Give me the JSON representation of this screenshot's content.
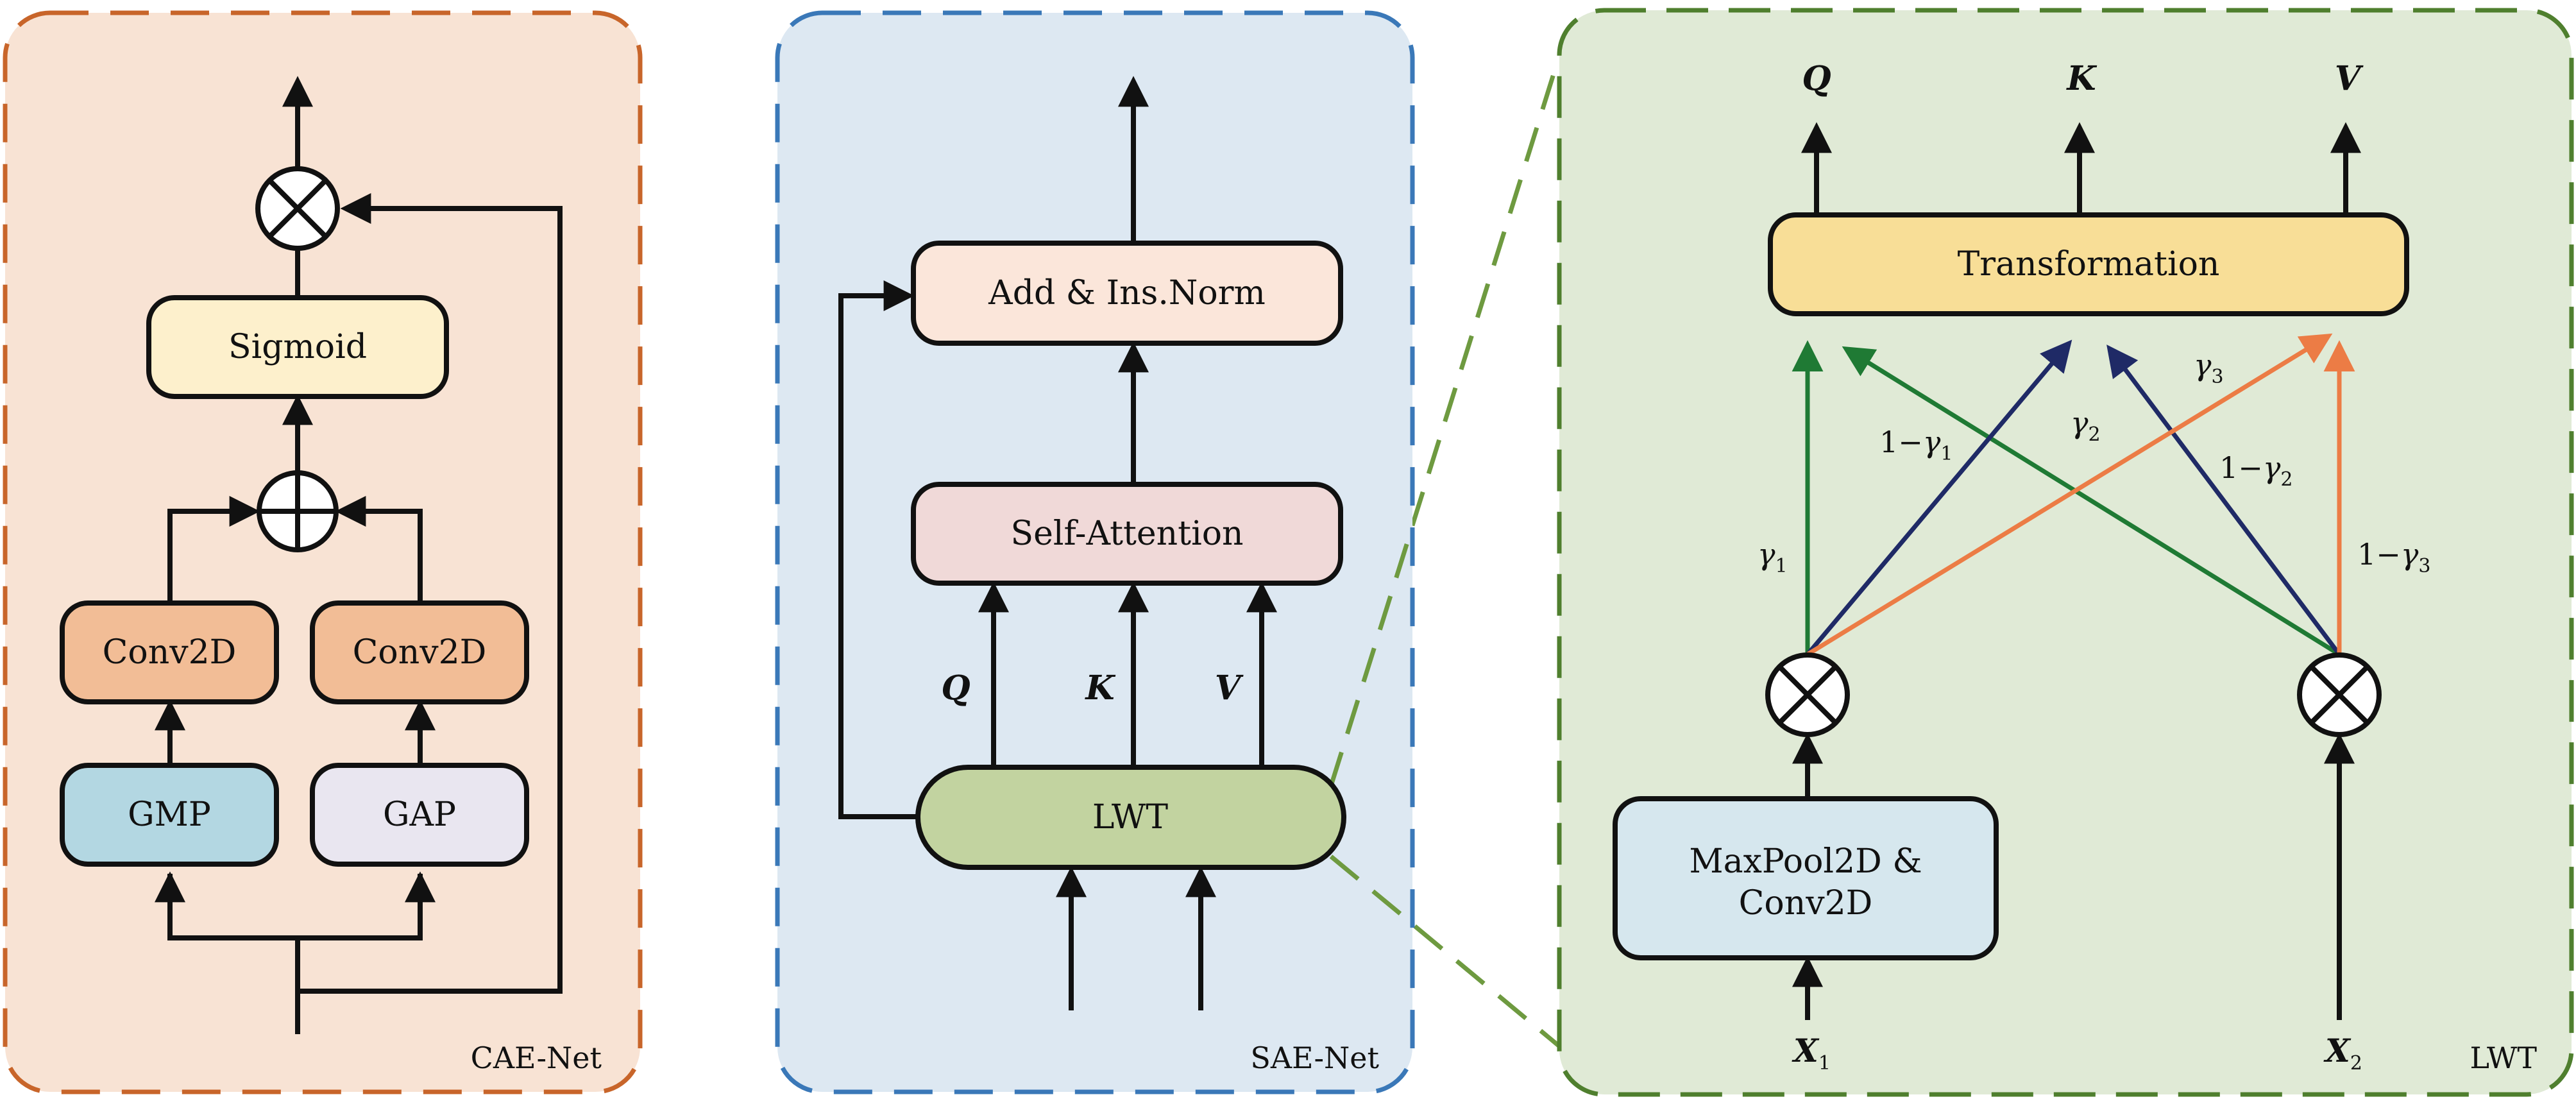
{
  "panels": {
    "cae": {
      "label": "CAE-Net",
      "border_color": "#c8652a",
      "fill_color": "#f8e3d4",
      "boxes": {
        "sigmoid": "Sigmoid",
        "conv_left": "Conv2D",
        "conv_right": "Conv2D",
        "gmp": "GMP",
        "gap": "GAP"
      },
      "operators": {
        "multiply": "⊗",
        "add": "⊕"
      }
    },
    "sae": {
      "label": "SAE-Net",
      "border_color": "#3a78b8",
      "fill_color": "#dde8f2",
      "boxes": {
        "add_norm": "Add & Ins.Norm",
        "self_attention": "Self-Attention",
        "lwt": "LWT"
      },
      "qkv": [
        "Q",
        "K",
        "V"
      ]
    },
    "lwt": {
      "label": "LWT",
      "border_color": "#5a8a36",
      "fill_color": "#e0ead6",
      "boxes": {
        "transformation": "Transformation",
        "maxpool_line1": "MaxPool2D &",
        "maxpool_line2": "Conv2D"
      },
      "outputs": [
        "Q",
        "K",
        "V"
      ],
      "inputs": [
        {
          "sym": "X",
          "sub": "1"
        },
        {
          "sym": "X",
          "sub": "2"
        }
      ],
      "weights": {
        "g1": {
          "pre": "",
          "sym": "γ",
          "sub": "1"
        },
        "one_minus_g1": {
          "pre": "1−",
          "sym": "γ",
          "sub": "1"
        },
        "g2": {
          "pre": "",
          "sym": "γ",
          "sub": "2"
        },
        "one_minus_g2": {
          "pre": "1−",
          "sym": "γ",
          "sub": "2"
        },
        "g3": {
          "pre": "",
          "sym": "γ",
          "sub": "3"
        },
        "one_minus_g3": {
          "pre": "1−",
          "sym": "γ",
          "sub": "3"
        }
      },
      "arrow_colors": {
        "green": "#1f7a34",
        "navy": "#1f2a66",
        "orange": "#ec7c45"
      }
    }
  },
  "colors": {
    "sigmoid": "#fdf0cc",
    "conv": "#f2bd96",
    "gmp": "#b3d7e2",
    "gap": "#e9e6f0",
    "add_norm": "#fbe6da",
    "self_attention": "#f0d9d8",
    "lwt_pill": "#c2d3a0",
    "transformation": "#f8de97",
    "maxpool": "#d6e7ee",
    "zoom_line": "#6e9a40"
  }
}
